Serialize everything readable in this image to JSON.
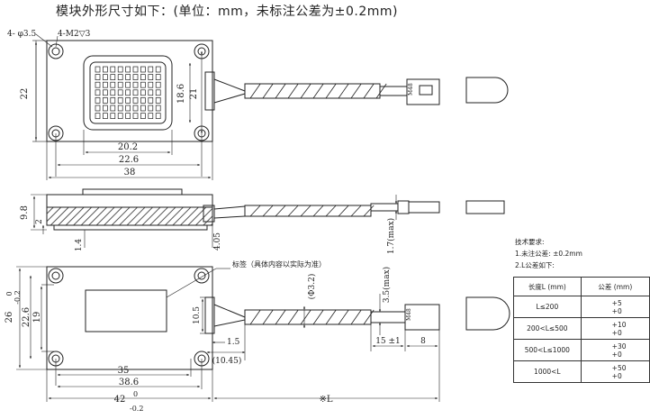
{
  "title": "模块外形尺寸如下：(单位：mm，未标注公差为±0.2mm)",
  "top_view": {
    "hole_label": "4- φ3.5",
    "thread_label": "4-M2▽3",
    "height_22": "22",
    "inner_18_6": "18.6",
    "inner_21": "21",
    "width_20_2": "20.2",
    "width_22_6": "22.6",
    "width_38": "38",
    "connector_mark": "M48"
  },
  "side_view": {
    "height_9_8": "9.8",
    "dim_2": "2",
    "dim_1_4": "1.4",
    "dim_4_05": "4.05",
    "dim_1_7max": "1.7(max)"
  },
  "bottom_view": {
    "label_note": "标签（具体内容以实际为准）",
    "dia_3_2": "(Φ3.2)",
    "dia_3_5max": "3.5(max)",
    "h26": "26",
    "h26_tol_top": "0",
    "h26_tol_bot": "-0.2",
    "h22_6": "22.6",
    "h19": "19",
    "dim_10_5": "10.5",
    "dim_1_5": "1.5",
    "dim_10_45": "(10.45)",
    "dim_15": "15 ±1",
    "dim_8": "8",
    "w35": "35",
    "w38_6": "38.6",
    "w42": "42",
    "w42_tol_top": "0",
    "w42_tol_bot": "-0.2",
    "len_L": "※L",
    "connector_mark": "M48"
  },
  "notes": {
    "heading": "技术要求:",
    "line1": "1.未注公差: ±0.2mm",
    "line2": "2.L公差如下:"
  },
  "tolerance_table": {
    "headers": [
      "长度L (mm)",
      "公差 (mm)"
    ],
    "rows": [
      {
        "length": "L≤200",
        "plus": "+5",
        "minus": "+0"
      },
      {
        "length": "200<L≤500",
        "plus": "+10",
        "minus": "+0"
      },
      {
        "length": "500<L≤1000",
        "plus": "+30",
        "minus": "+0"
      },
      {
        "length": "1000<L",
        "plus": "+50",
        "minus": "+0"
      }
    ]
  }
}
